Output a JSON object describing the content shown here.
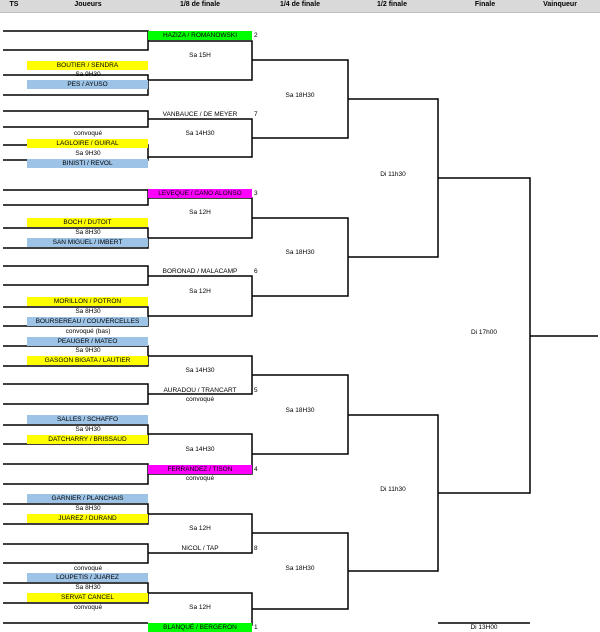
{
  "header": {
    "ts": "TS",
    "joueurs": "Joueurs",
    "huitiemes": "1/8 de finale",
    "quarts": "1/4 de finale",
    "demis": "1/2 finale",
    "finale": "Finale",
    "vainqueur": "Vainqueur"
  },
  "r1": {
    "p1": "BOUTIER / SENDRA",
    "p1_time": "Sa 9H30",
    "p2": "PES / AYUSO",
    "p3": "convoqué",
    "p4": "LAGLOIRE / GUIRAL",
    "p4_time": "Sa 9H30",
    "p5": "BINISTI / REVOL",
    "p6": "BOCH / DUTOIT",
    "p6_time": "Sa 8H30",
    "p7": "SAN MIGUEL / IMBERT",
    "p8": "MORILLON / POTRON",
    "p8_time": "Sa 8H30",
    "p9": "BOURSEREAU / COUVERCELLES",
    "p10": "convoqué (bas)",
    "p11": "PEAUGER / MATEO",
    "p11_time": "Sa 9H30",
    "p12": "GASGON BIGATA / LAUTIER",
    "p13": "SALLES / SCHAFFO",
    "p13_time": "Sa 9H30",
    "p14": "DATCHARRY / BRISSAUD",
    "p15": "GARNIER / PLANCHAIS",
    "p15_time": "Sa 8H30",
    "p16": "JUAREZ / DURAND",
    "p17": "convoqué",
    "p18": "LOUPETIS / JUAREZ",
    "p18_time": "Sa 8H30",
    "p19": "SERVAT CANCEL",
    "p20": "convoqué"
  },
  "r2": {
    "s1": "HAZIZA / ROMANOWSKI",
    "s1_seed": "2",
    "m1_time": "Sa 15H",
    "s2": "VANBAUCE / DE MEYER",
    "s2_seed": "7",
    "m2_time": "Sa 14H30",
    "s3": "LEVEQUE / CANO ALONSO",
    "s3_seed": "3",
    "m3_time": "Sa 12H",
    "s4": "BORONAD / MALACAMP",
    "s4_seed": "6",
    "m4_time": "Sa 12H",
    "m5_time": "Sa 14H30",
    "s5": "AURADOU / TRANCART",
    "s5_seed": "5",
    "s5_note": "convoqué",
    "m6_time": "Sa 14H30",
    "s6": "FERRANDEZ / TISON",
    "s6_seed": "4",
    "s6_note": "convoqué",
    "m7_time": "Sa 12H",
    "s7": "NICOL / TAP",
    "s7_seed": "8",
    "m8_time": "Sa 12H",
    "s8": "BLANQUÉ / BERGERON",
    "s8_seed": "1"
  },
  "r3": {
    "q1": "Sa 18H30",
    "q2": "Sa 18H30",
    "q3": "Sa 18H30",
    "q4": "Sa 18H30"
  },
  "r4": {
    "d1": "Di 11h30",
    "d2": "Di 11h30"
  },
  "r5": {
    "f": "Di 17h00",
    "f2": "Di 13H00"
  }
}
